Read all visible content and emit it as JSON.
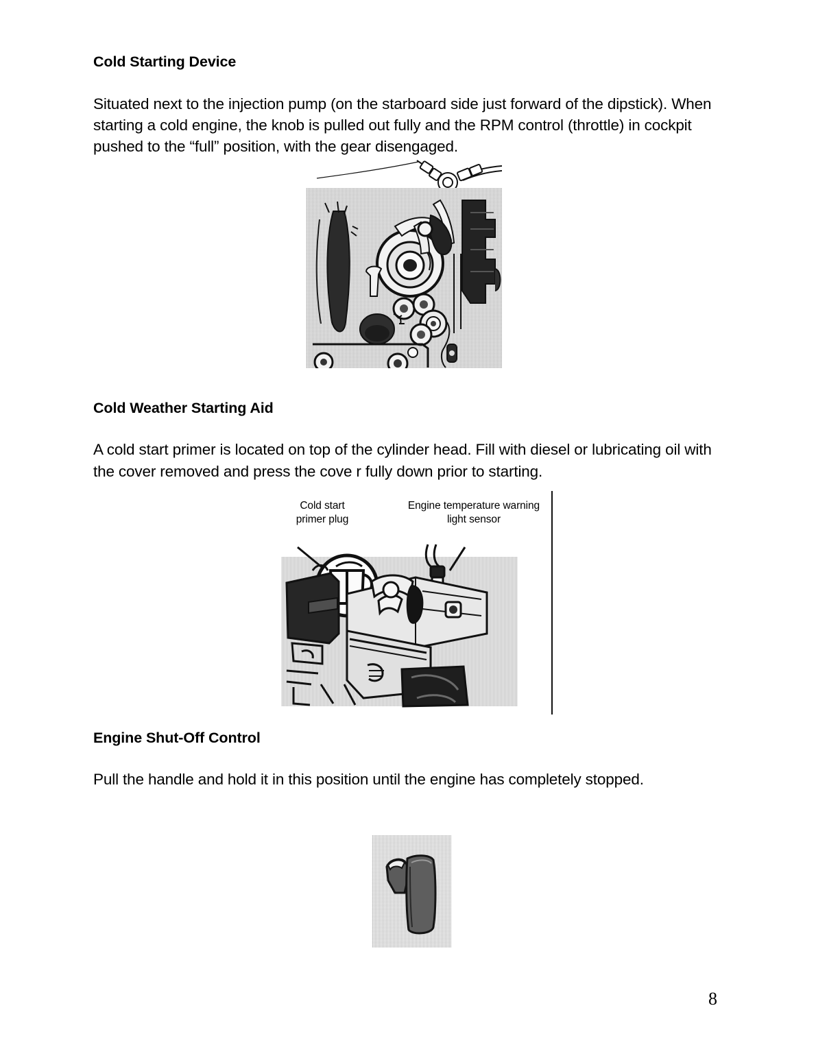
{
  "document": {
    "page_number": "8",
    "sections": [
      {
        "heading": "Cold Starting Device",
        "body": "Situated next to the injection pump (on the starboard side just forward of the dipstick). When starting a cold engine, the knob is pulled out fully and the RPM control (throttle) in cockpit pushed to the “full” position, with the gear disengaged."
      },
      {
        "heading": "Cold Weather Starting Aid",
        "body": "A cold start primer is located on top of the cylinder head. Fill with diesel or lubricating oil with the cover removed and press the cove r fully down prior to starting."
      },
      {
        "heading": "Engine Shut-Off Control",
        "body": "Pull the handle and hold it in this position until the engine has completely stopped."
      }
    ],
    "figures": [
      {
        "id": "figure-injection-pump-photo",
        "caption": "",
        "type": "halftone-photograph",
        "subject": "Injection pump area of engine with cold starting device knob"
      },
      {
        "id": "figure-cold-start-primer-diagram",
        "type": "line-drawing",
        "subject": "Cylinder head with cold start primer plug",
        "labels": [
          "Cold start\nprimer plug",
          "Engine temperature warning\nlight sensor"
        ],
        "label_left_line1": "Cold start",
        "label_left_line2": "primer plug",
        "label_right_line1": "Engine temperature warning",
        "label_right_line2": "light sensor"
      },
      {
        "id": "figure-shutoff-handle-photo",
        "type": "halftone-photograph",
        "subject": "Engine shut-off control handle"
      }
    ]
  },
  "colors": {
    "page_background": "#ffffff",
    "text": "#000000",
    "rule": "#111111",
    "photo_mid_gray": "#cfcfcf",
    "photo_dark": "#3a3a3a"
  }
}
